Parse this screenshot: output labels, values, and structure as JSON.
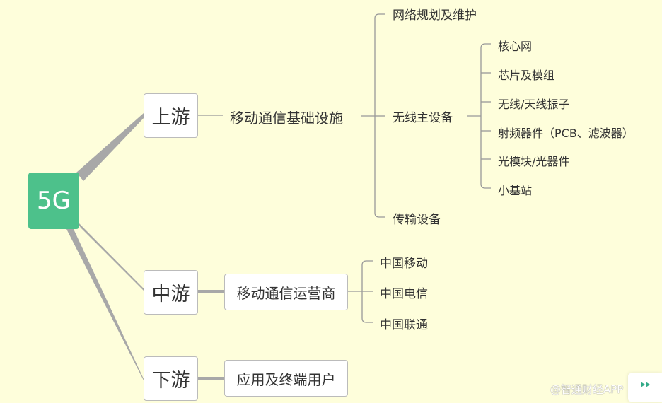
{
  "root": {
    "label": "5G",
    "color": "#4dc18b"
  },
  "upstream": {
    "label": "上游",
    "child": "移动通信基础设施",
    "items": [
      "网络规划及维护",
      "无线主设备",
      "传输设备"
    ],
    "wireless_items": [
      "核心网",
      "芯片及模组",
      "无线/天线振子",
      "射频器件（PCB、滤波器）",
      "光模块/光器件",
      "小基站"
    ]
  },
  "midstream": {
    "label": "中游",
    "child": "移动通信运营商",
    "items": [
      "中国移动",
      "中国电信",
      "中国联通"
    ]
  },
  "downstream": {
    "label": "下游",
    "child": "应用及终端用户"
  },
  "watermark": "@智通财经APP"
}
